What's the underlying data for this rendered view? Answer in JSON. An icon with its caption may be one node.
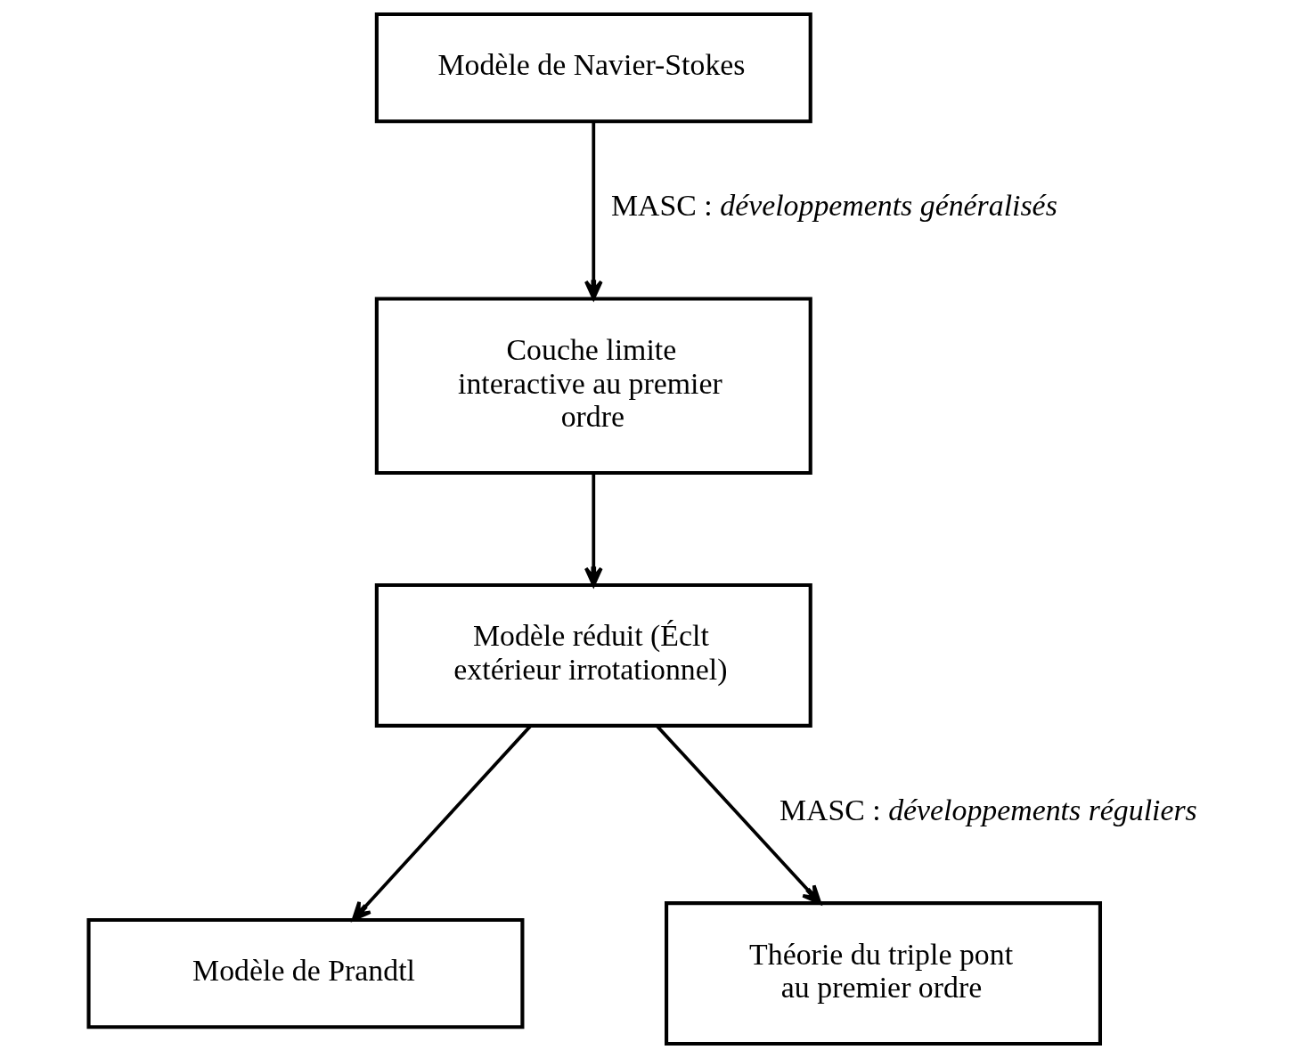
{
  "diagram": {
    "nodes": [
      {
        "text": [
          "Modèle de Navier-Stokes"
        ]
      },
      {
        "text": [
          "Couche limite interactive au premier ordre"
        ]
      },
      {
        "text": [
          "Modèle réduit (Éclt extérieur irrotationnel)"
        ]
      },
      {
        "text": [
          "Modèle de Prandtl"
        ]
      },
      {
        "text": [
          "Théorie du triple pont au premier ordre"
        ]
      }
    ],
    "edges": [
      {
        "from": 0,
        "to": 1,
        "arrow": "to",
        "label": "MASC : *développements généralisés*"
      },
      {
        "from": 1,
        "to": 2,
        "arrow": "to"
      },
      {
        "from": 2,
        "to": 3,
        "arrow": "to"
      },
      {
        "from": 2,
        "to": 4,
        "arrow": "to",
        "label": "MASC : *développements réguliers*"
      }
    ]
  }
}
